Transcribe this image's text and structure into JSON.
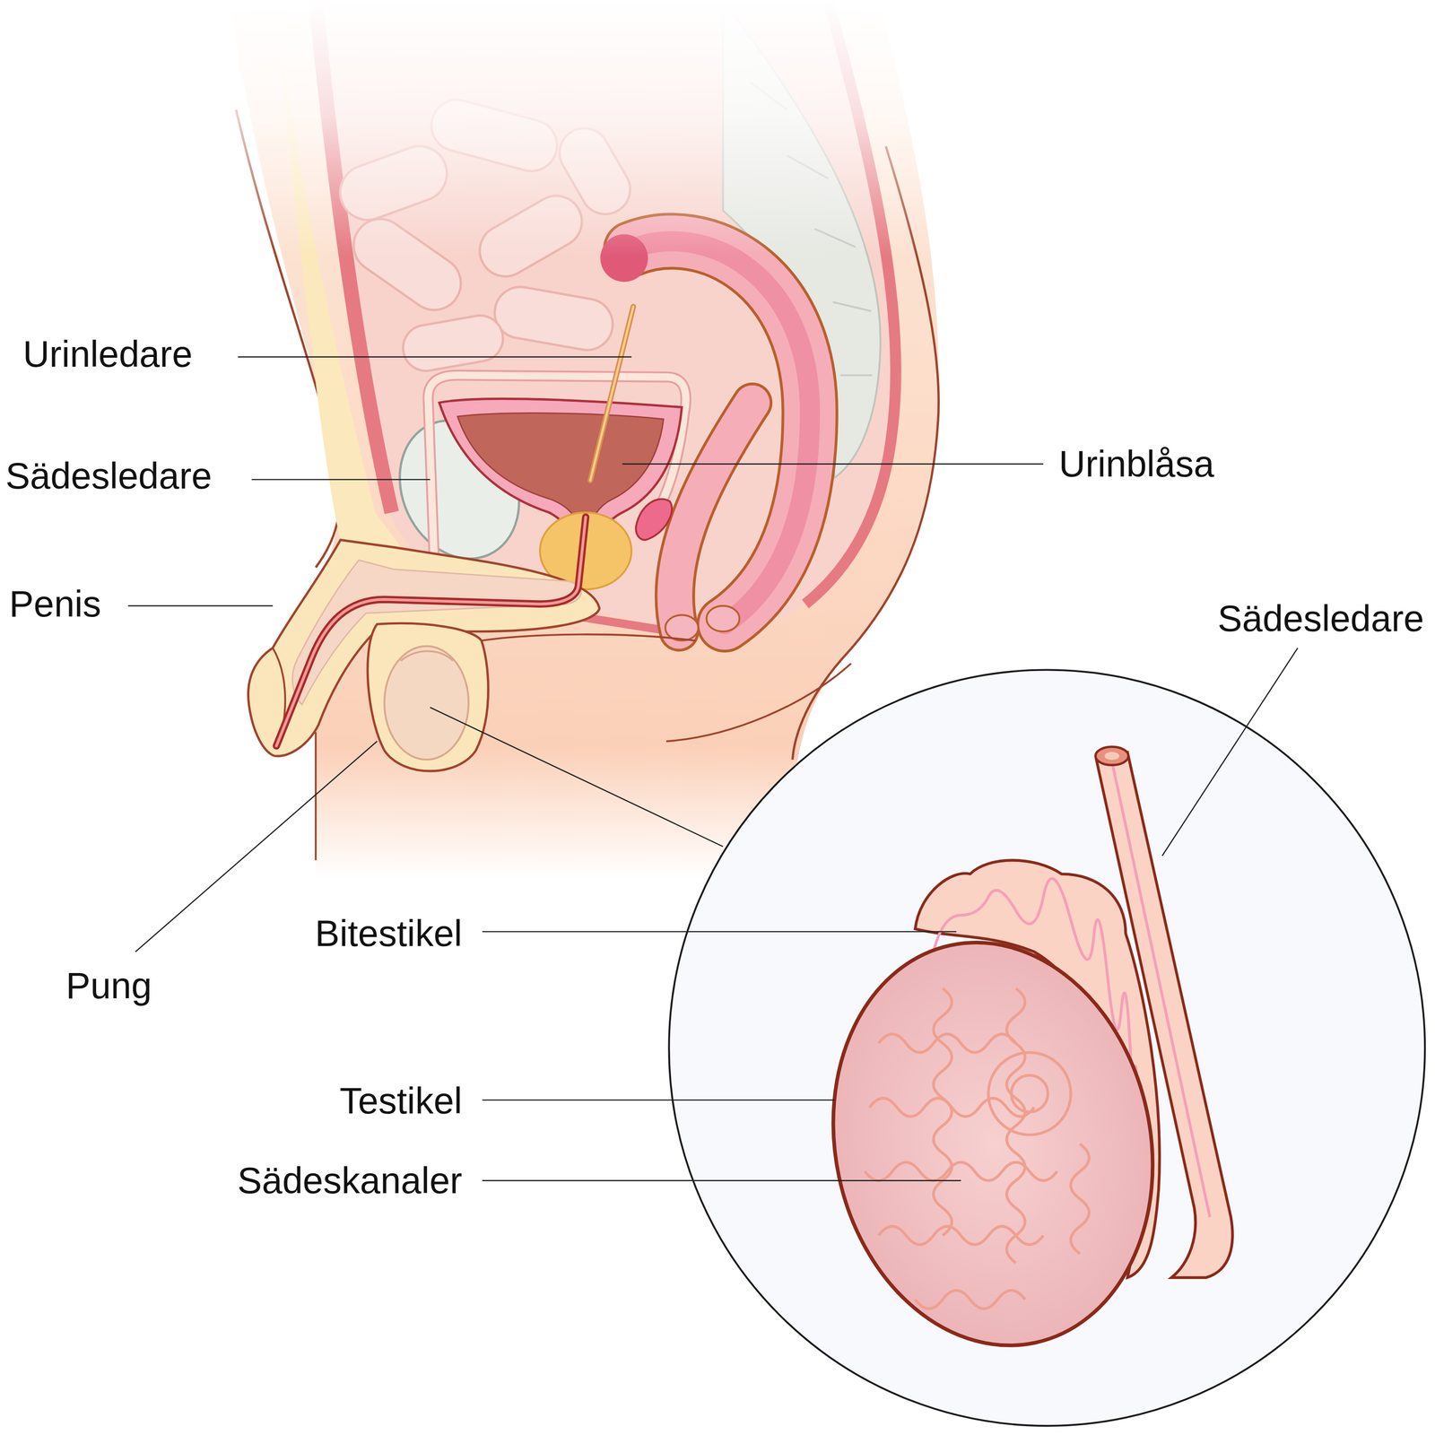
{
  "diagram": {
    "labels": [
      "Urinledare",
      "Sädesledare",
      "Penis",
      "Pung",
      "Bitestikel",
      "Testikel",
      "Sädeskanaler",
      "Urinblåsa",
      "Sädesledare"
    ]
  }
}
